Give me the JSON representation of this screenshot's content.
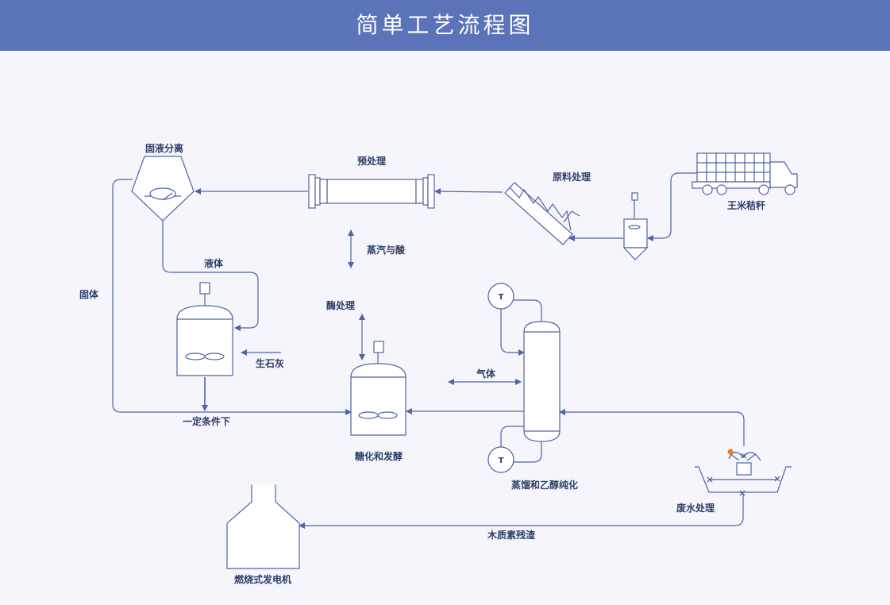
{
  "title": "简单工艺流程图",
  "colors": {
    "header_bg": "#5b73b9",
    "line": "#4f63a6",
    "background": "#f4f6fb",
    "accent": "#ef7d1a"
  },
  "labels": {
    "corn_stover": "王米秸秆",
    "raw_processing": "原料处理",
    "pretreatment": "预处理",
    "solid_liquid_separation": "固液分离",
    "liquid": "液体",
    "solid": "固体",
    "lime": "生石灰",
    "certain_condition": "一定条件下",
    "acid_steam": "蒸汽与酸",
    "enzyme_processing": "酶处理",
    "saccharification_fermentation": "糖化和发酵",
    "gas": "气体",
    "distillation_purification": "蒸馏和乙醇纯化",
    "wastewater_treatment": "废水处理",
    "lignin_residue": "木质素残渣",
    "generator": "燃烧式发电机",
    "gauge_top": "T",
    "gauge_bottom": "T"
  }
}
